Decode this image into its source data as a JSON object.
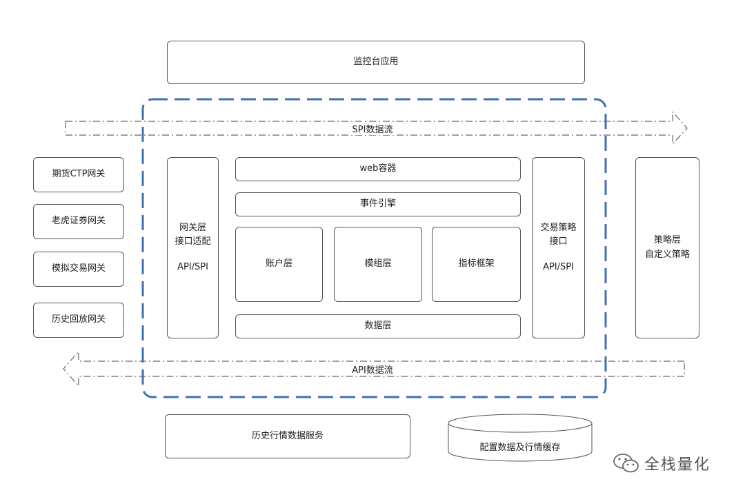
{
  "monitor_app": "监控台应用",
  "spi_flow": "SPI数据流",
  "api_flow": "API数据流",
  "gateways": [
    "期货CTP网关",
    "老虎证券网关",
    "模拟交易网关",
    "历史回放网关"
  ],
  "gateway_layer": {
    "line1": "网关层",
    "line2": "接口适配",
    "line3": "API/SPI"
  },
  "core": {
    "web_container": "web容器",
    "event_engine": "事件引擎",
    "account_layer": "账户层",
    "module_layer": "模组层",
    "indicator_framework": "指标框架",
    "data_layer": "数据层"
  },
  "trade_strategy": {
    "line1": "交易策略",
    "line2": "接口",
    "line3": "API/SPI"
  },
  "strategy_layer": {
    "line1": "策略层",
    "line2": "自定义策略"
  },
  "history_service": "历史行情数据服务",
  "cache_db": "配置数据及行情缓存",
  "watermark": "全栈量化",
  "colors": {
    "dash_border": "#3f6fb5",
    "box_border": "#555555",
    "flow_arrow": "#666666"
  }
}
